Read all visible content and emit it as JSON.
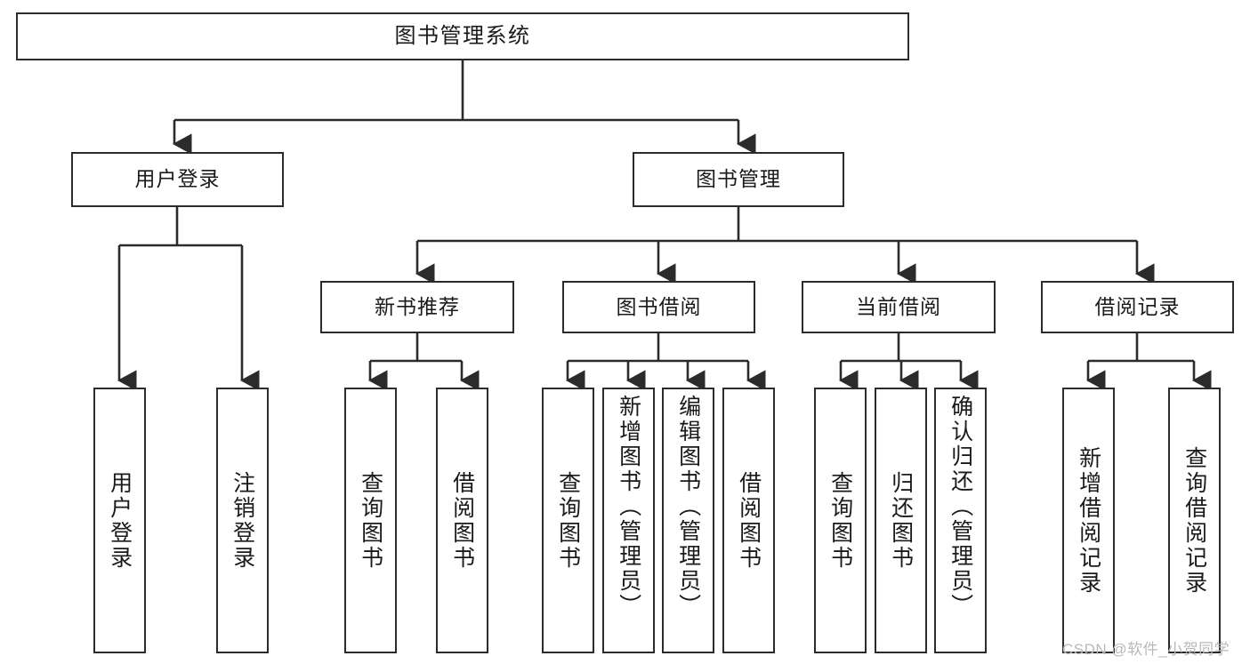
{
  "diagram": {
    "title": "图书管理系统",
    "type": "tree-hierarchy-chart",
    "stroke_color": "#2b2b2b",
    "fill_color": "#ffffff",
    "text_color": "#1a1a1a"
  },
  "nodes": {
    "root": {
      "label": "图书管理系统"
    },
    "level2": [
      {
        "label": "用户登录"
      },
      {
        "label": "图书管理"
      }
    ],
    "level3": [
      {
        "label": "新书推荐"
      },
      {
        "label": "图书借阅"
      },
      {
        "label": "当前借阅"
      },
      {
        "label": "借阅记录"
      }
    ],
    "leaves": {
      "user_login": [
        {
          "label": "用户登录"
        },
        {
          "label": "注销登录"
        }
      ],
      "new_book_recommend": [
        {
          "label": "查询图书"
        },
        {
          "label": "借阅图书"
        }
      ],
      "book_borrow": [
        {
          "label": "查询图书"
        },
        {
          "label": "新增图书（管理员）"
        },
        {
          "label": "编辑图书（管理员）"
        },
        {
          "label": "借阅图书"
        }
      ],
      "current_borrow": [
        {
          "label": "查询图书"
        },
        {
          "label": "归还图书"
        },
        {
          "label": "确认归还（管理员）"
        }
      ],
      "borrow_record": [
        {
          "label": "新增借阅记录"
        },
        {
          "label": "查询借阅记录"
        }
      ]
    }
  },
  "watermark": {
    "text": "CSDN @软件_小贺同学"
  }
}
